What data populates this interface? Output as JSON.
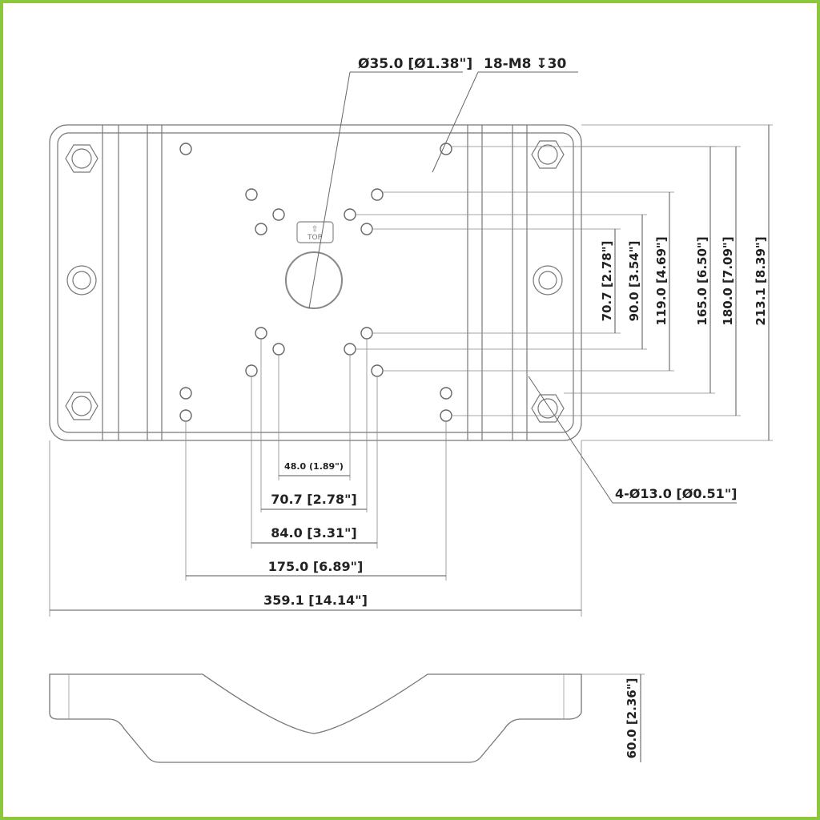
{
  "drawing": {
    "frame_color": "#8cc63f",
    "line_color": "#555555",
    "text_color": "#222222",
    "top_labels": {
      "center_hole": "Ø35.0 [Ø1.38\"]",
      "threaded_holes": "18-M8 ↧30"
    },
    "vertical_dims": [
      {
        "label": "70.7 [2.78\"]"
      },
      {
        "label": "90.0 [3.54\"]"
      },
      {
        "label": "119.0 [4.69\"]"
      },
      {
        "label": "165.0 [6.50\"]"
      },
      {
        "label": "180.0 [7.09\"]"
      },
      {
        "label": "213.1 [8.39\"]"
      }
    ],
    "horizontal_dims": [
      {
        "label": "48.0 (1.89\")"
      },
      {
        "label": "70.7 [2.78\"]"
      },
      {
        "label": "84.0 [3.31\"]"
      },
      {
        "label": "175.0 [6.89\"]"
      },
      {
        "label": "359.1 [14.14\"]"
      }
    ],
    "corner_holes": "4-Ø13.0 [Ø0.51\"]",
    "side_height": "60.0 [2.36\"]",
    "top_marker": "TOP"
  }
}
